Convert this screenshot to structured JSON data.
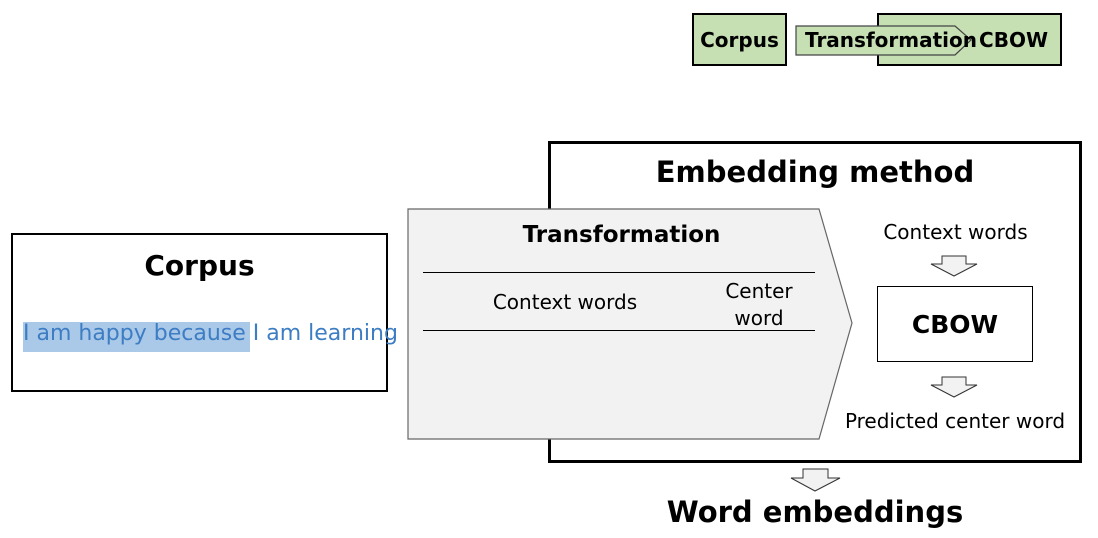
{
  "legend": {
    "corpus": "Corpus",
    "transformation": "Transformation",
    "cbow": "CBOW"
  },
  "corpus": {
    "title": "Corpus",
    "text": "I am happy because I am learning",
    "text_color": "#3d7dc3",
    "highlight_color": "#aac8e8"
  },
  "embedding": {
    "title": "Embedding method",
    "context_words": "Context words",
    "model": "CBOW",
    "predicted": "Predicted center word"
  },
  "transformation": {
    "title": "Transformation",
    "col_context": "Context words",
    "col_center_line1": "Center",
    "col_center_line2": "word"
  },
  "output": {
    "label": "Word embeddings"
  },
  "colors": {
    "legend_fill": "#c6e0b4",
    "transform_fill": "#f2f2f2"
  }
}
